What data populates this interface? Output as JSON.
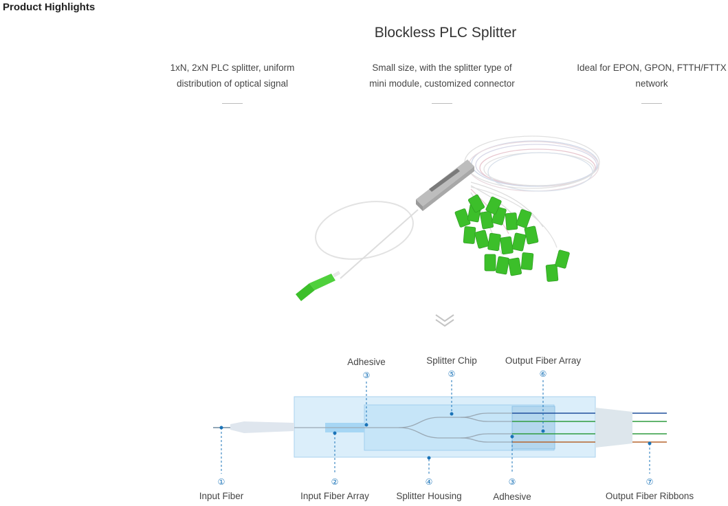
{
  "header": {
    "section_title": "Product Highlights",
    "main_title": "Blockless PLC Splitter"
  },
  "features": [
    {
      "text": "1xN, 2xN PLC splitter, uniform distribution of optical signal"
    },
    {
      "text": "Small size, with the splitter type of mini module, customized connector"
    },
    {
      "text": "Ideal for EPON, GPON, FTTH/FTTX network"
    }
  ],
  "diagram": {
    "labels": [
      {
        "num": "①",
        "text": "Input Fiber"
      },
      {
        "num": "②",
        "text": "Input Fiber Array"
      },
      {
        "num": "③",
        "text": "Adhesive"
      },
      {
        "num": "④",
        "text": "Splitter Housing"
      },
      {
        "num": "⑤",
        "text": "Splitter Chip"
      },
      {
        "num": "⑥",
        "text": "Output Fiber Array"
      },
      {
        "num": "⑦",
        "text": "Output Fiber Ribbons"
      }
    ],
    "colors": {
      "accent": "#1a73b8",
      "housing": "#d7ecf9",
      "chip": "#c2e3f7",
      "fiber_out": [
        "#1f4e9b",
        "#2e9c3e",
        "#2e9c3e",
        "#b5652d"
      ]
    }
  },
  "product_image": {
    "connector_color": "#3cbf2a",
    "housing_color": "#c9c9c9"
  }
}
